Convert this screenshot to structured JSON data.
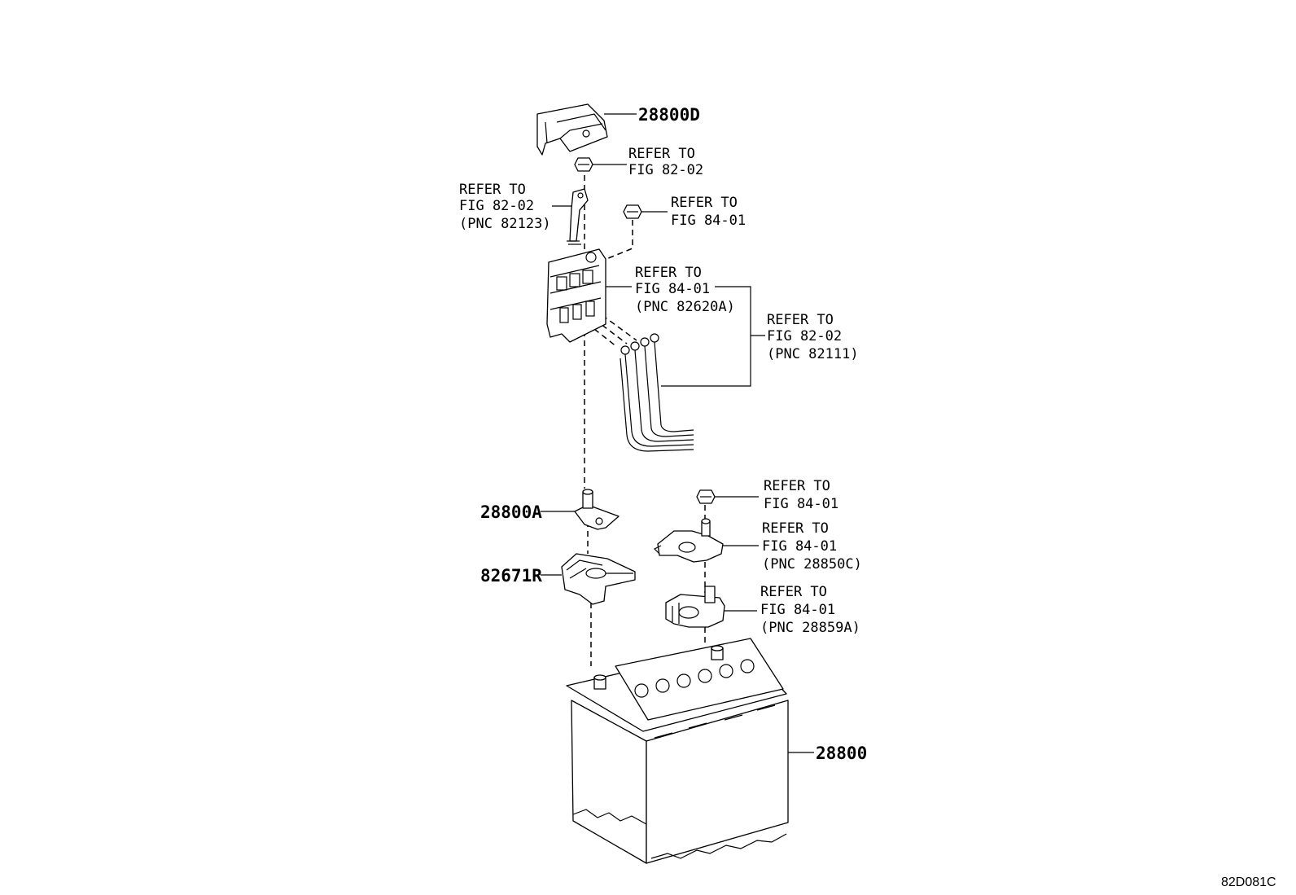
{
  "diagram_code": "82D081C",
  "callouts": {
    "terminal_cover": "28800D",
    "positive_clamp": "28800A",
    "terminal_cover_r": "82671R",
    "battery": "28800"
  },
  "references": {
    "nut_top": {
      "line1": "REFER TO",
      "line2": "FIG 82-02"
    },
    "cable_top": {
      "line1": "REFER TO",
      "line2": "FIG 82-02",
      "line3": "(PNC 82123)"
    },
    "nut_fusebox": {
      "line1": "REFER TO",
      "line2": "FIG 84-01"
    },
    "fuse_block": {
      "line1": "REFER TO",
      "line2": "FIG 84-01",
      "line3": "(PNC 82620A)"
    },
    "wire_harness": {
      "line1": "REFER TO",
      "line2": "FIG 82-02",
      "line3": "(PNC 82111)"
    },
    "nut_negative": {
      "line1": "REFER TO",
      "line2": "FIG 84-01"
    },
    "negative_clamp": {
      "line1": "REFER TO",
      "line2": "FIG 84-01",
      "line3": "(PNC 28850C)"
    },
    "sensor": {
      "line1": "REFER TO",
      "line2": "FIG 84-01",
      "line3": "(PNC 28859A)"
    }
  }
}
